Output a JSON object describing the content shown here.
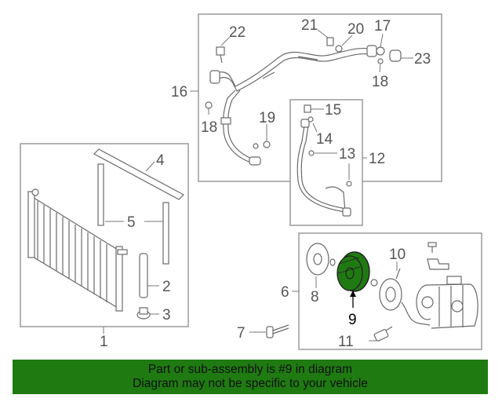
{
  "diagram": {
    "highlight_color": "#1f7a12",
    "callouts": {
      "c1": "1",
      "c2": "2",
      "c3": "3",
      "c4": "4",
      "c5": "5",
      "c6": "6",
      "c7": "7",
      "c8": "8",
      "c9": "9",
      "c10": "10",
      "c11": "11",
      "c12": "12",
      "c13": "13",
      "c14": "14",
      "c15": "15",
      "c16": "16",
      "c17": "17",
      "c18a": "18",
      "c18b": "18",
      "c19": "19",
      "c20": "20",
      "c21": "21",
      "c22": "22",
      "c23": "23"
    }
  },
  "banner": {
    "background": "#1f7a12",
    "line1": "Part or sub-assembly is #9 in diagram",
    "line2": "Diagram may not be specific to your vehicle"
  }
}
